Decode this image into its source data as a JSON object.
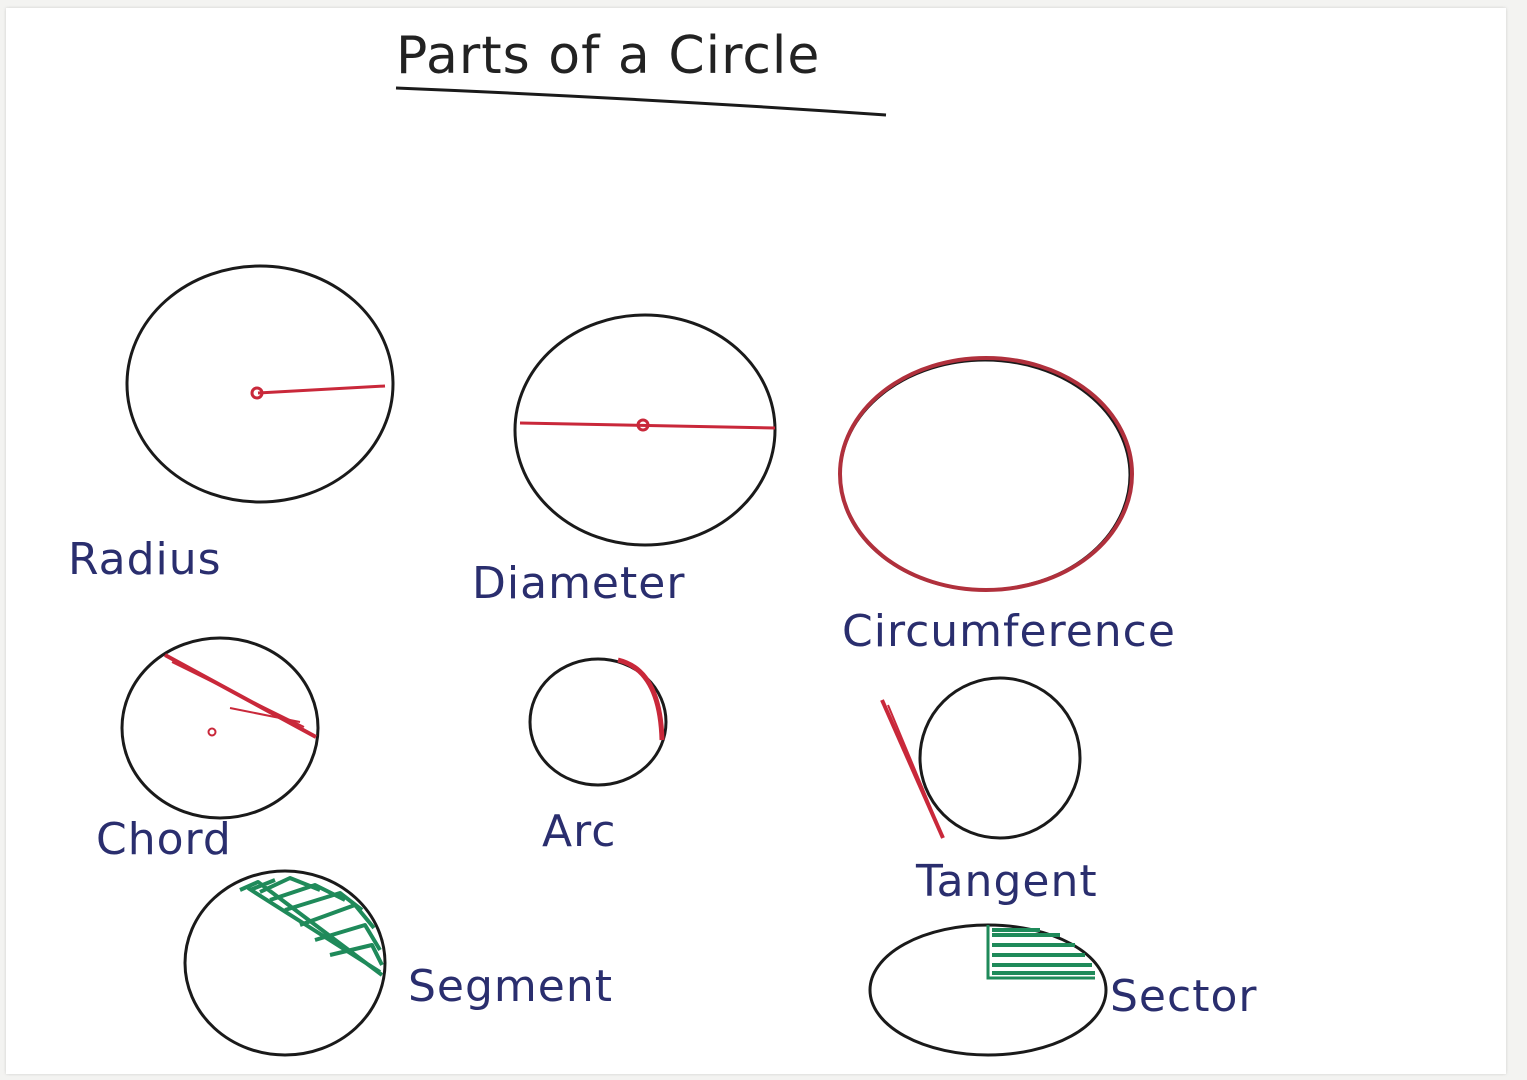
{
  "title": "Parts of a Circle",
  "labels": {
    "radius": "Radius",
    "diameter": "Diameter",
    "circumference": "Circumference",
    "chord": "Chord",
    "arc": "Arc",
    "tangent": "Tangent",
    "segment": "Segment",
    "sector": "Sector"
  },
  "colors": {
    "outline": "#1a1a1a",
    "highlight_red": "#c9283a",
    "shading_green": "#1f8a5a",
    "label_ink": "#2a2e6e"
  }
}
